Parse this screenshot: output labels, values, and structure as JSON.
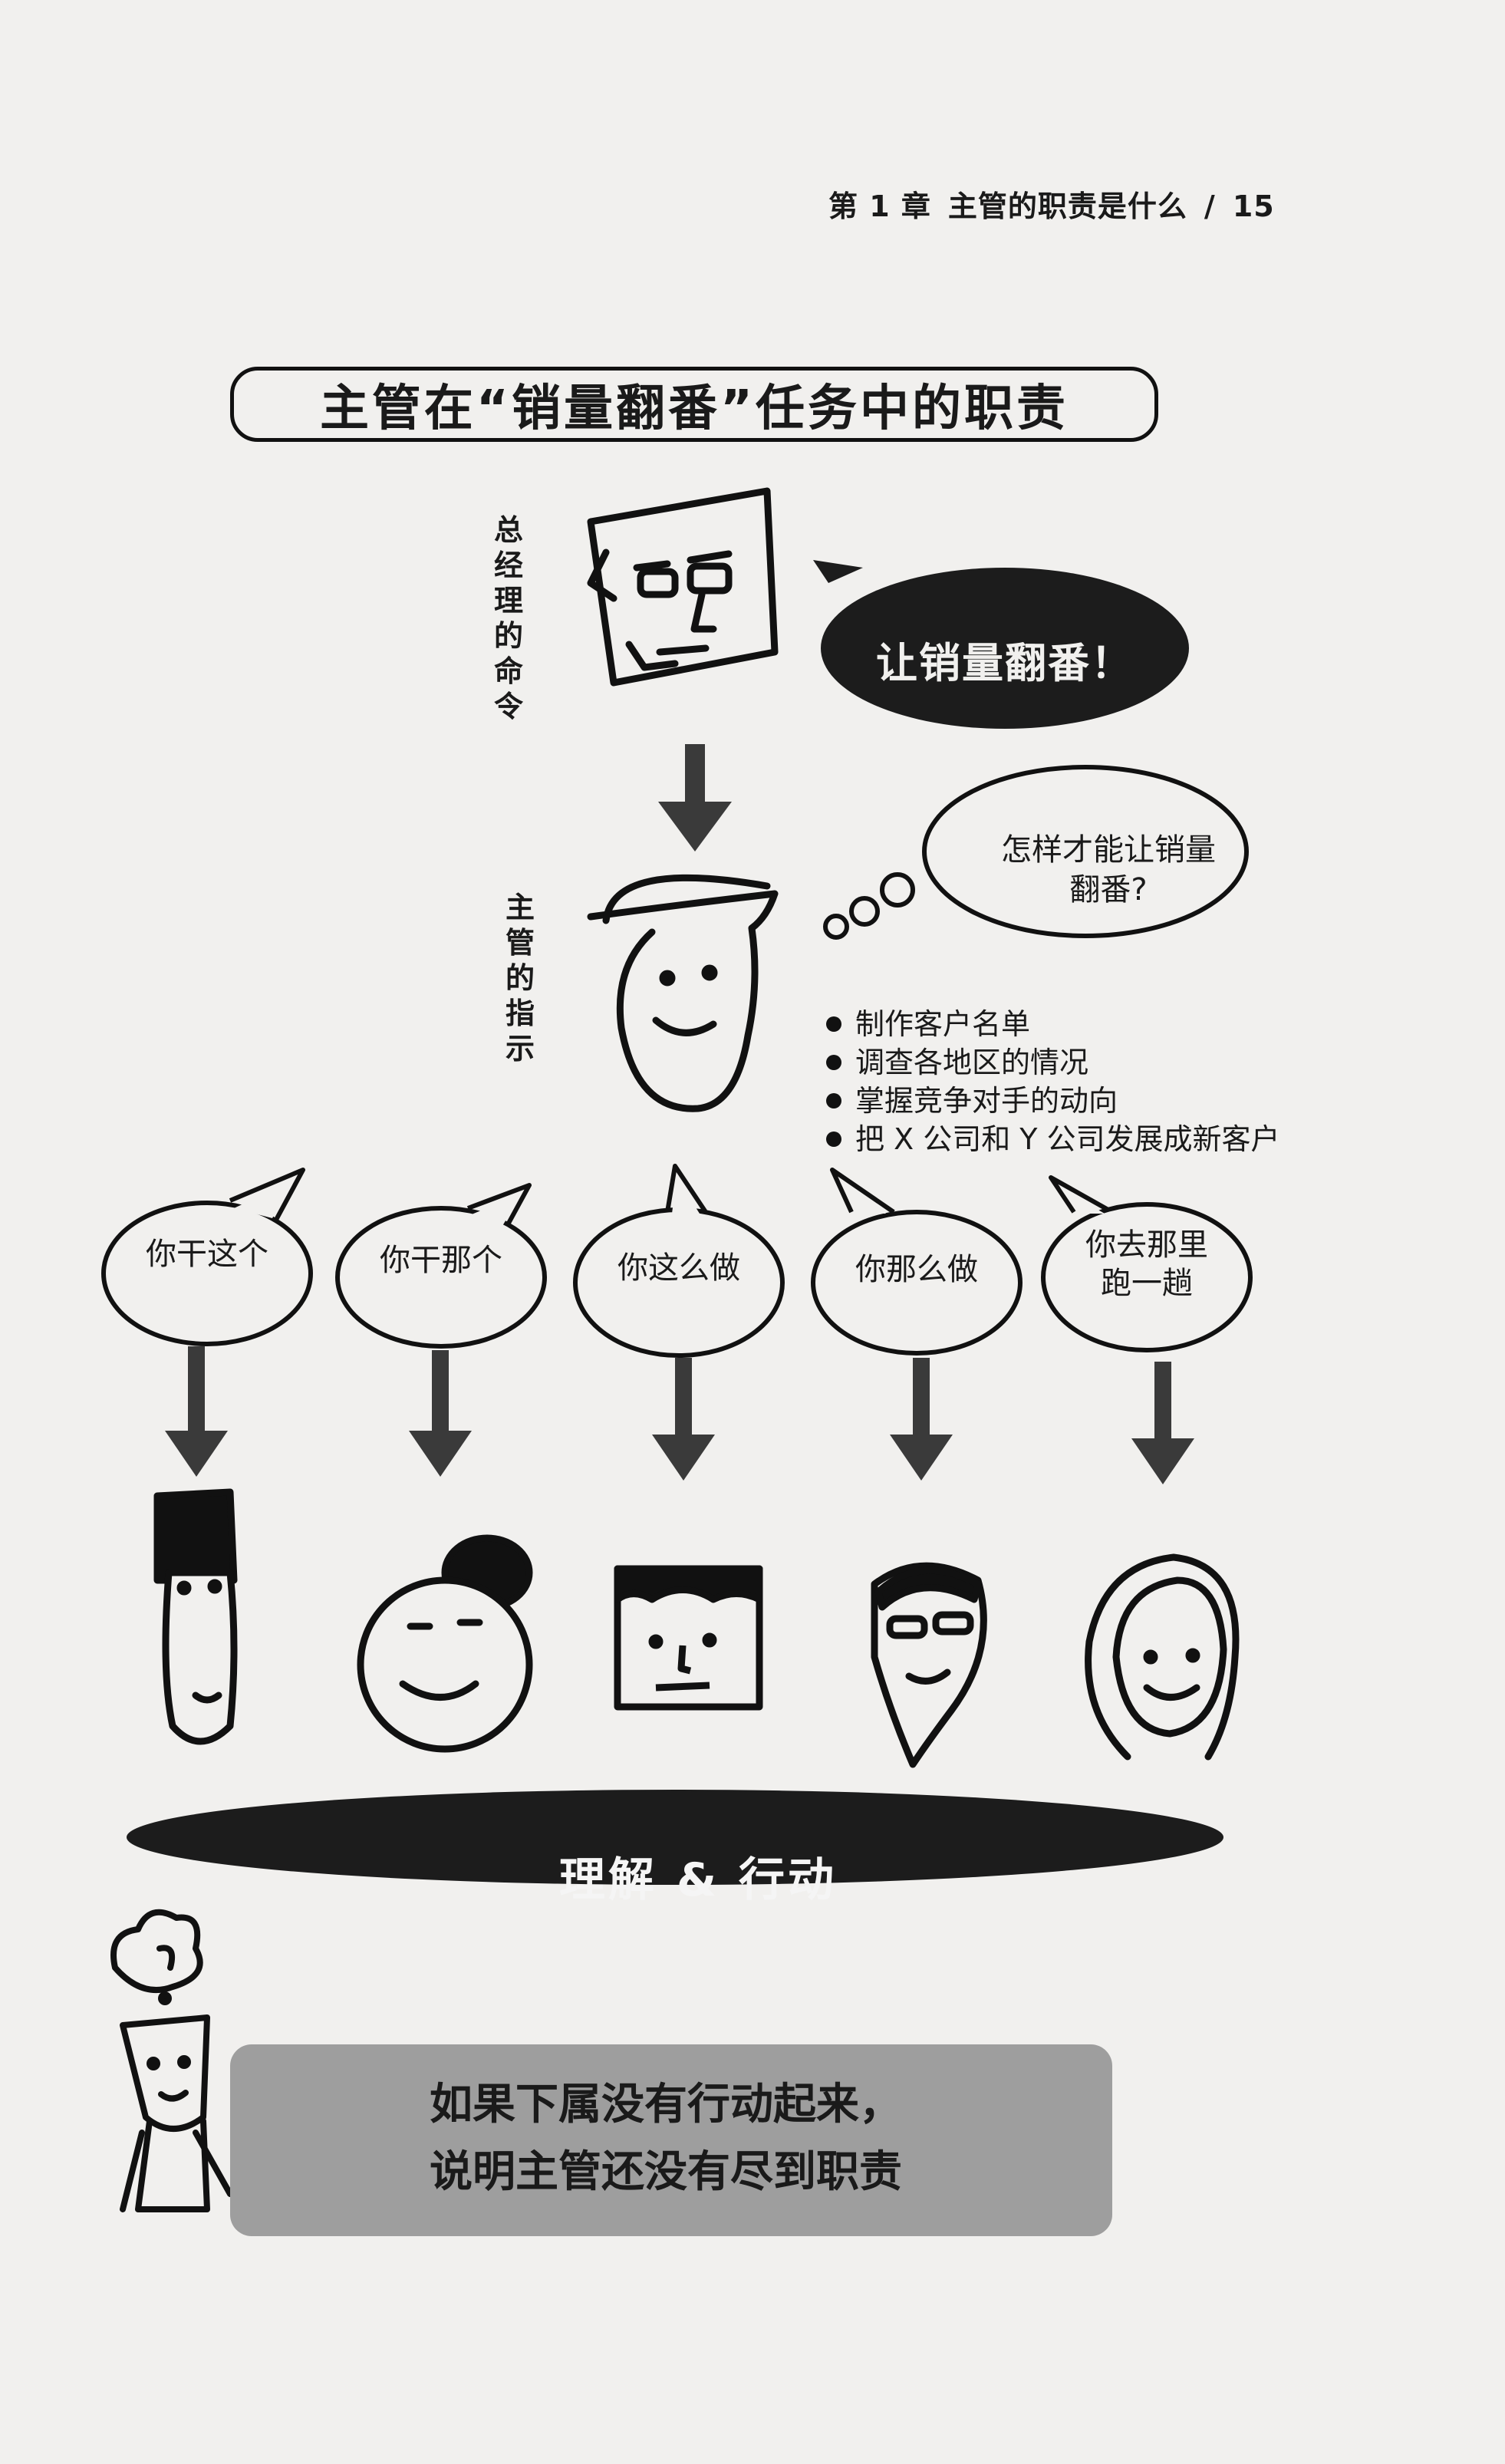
{
  "header": {
    "chapter": "第 1 章",
    "title": "主管的职责是什么",
    "separator": "/",
    "page_number": "15"
  },
  "diagram_title": "主管在“销量翻番”任务中的职责",
  "gm": {
    "label": "总经理的命令",
    "speech": "让销量翻番！"
  },
  "manager": {
    "label": "主管的指示",
    "thought_line1": "怎样才能让销量",
    "thought_line2": "翻番?",
    "instructions": [
      "制作客户名单",
      "调查各地区的情况",
      "掌握竞争对手的动向",
      "把 X 公司和 Y 公司发展成新客户"
    ]
  },
  "subordinate_bubbles": [
    {
      "line1": "你干这个",
      "line2": ""
    },
    {
      "line1": "你干那个",
      "line2": ""
    },
    {
      "line1": "你这么做",
      "line2": ""
    },
    {
      "line1": "你那么做",
      "line2": ""
    },
    {
      "line1": "你去那里",
      "line2": "跑一趟"
    }
  ],
  "band": {
    "label": "理解 & 行动"
  },
  "conclusion": {
    "line1": "如果下属没有行动起来，",
    "line2": "说明主管还没有尽到职责"
  },
  "colors": {
    "page": "#f1f0ee",
    "ink": "#111111",
    "callout_bg": "#9e9e9e",
    "dark_fill": "#1c1c1c"
  }
}
